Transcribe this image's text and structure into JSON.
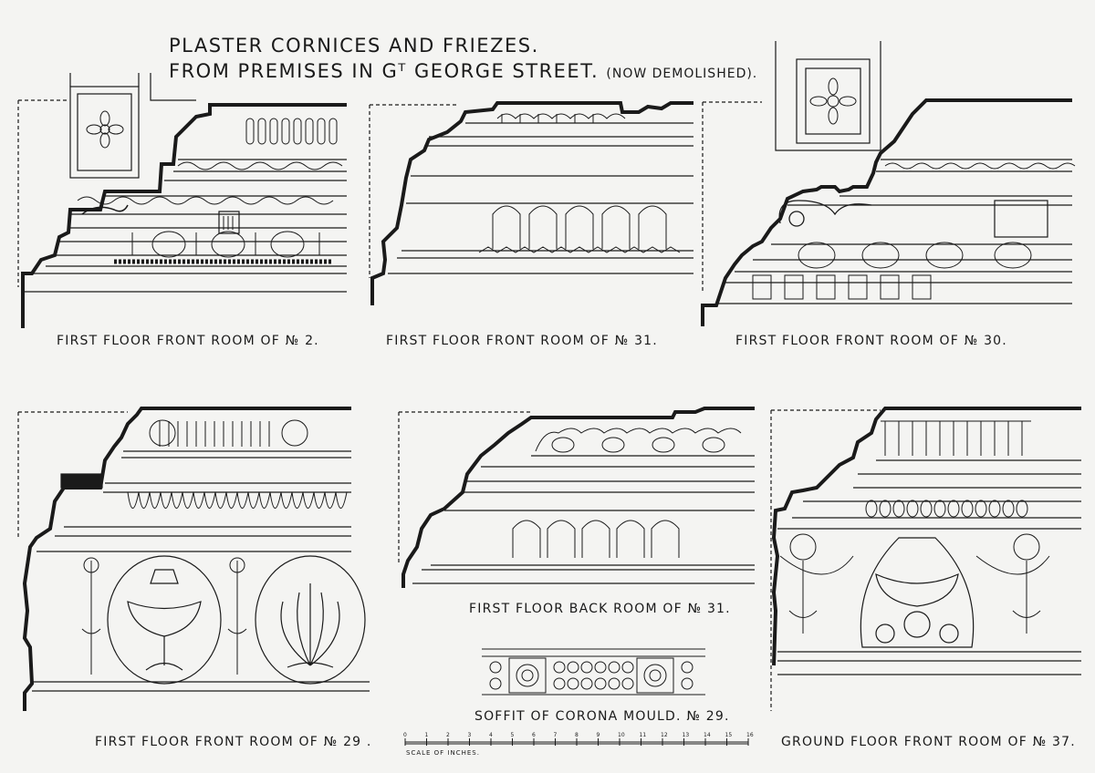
{
  "title": {
    "line1": "PLASTER CORNICES AND FRIEZES.",
    "line2": "FROM PREMISES IN Gᵀ GEORGE STREET.",
    "note": "(NOW DEMOLISHED)."
  },
  "captions": {
    "p1": "FIRST FLOOR FRONT ROOM OF № 2.",
    "p2": "FIRST FLOOR FRONT ROOM OF № 31.",
    "p3": "FIRST FLOOR FRONT ROOM OF № 30.",
    "p4": "FIRST FLOOR FRONT ROOM OF № 29 .",
    "p5": "FIRST FLOOR BACK ROOM OF № 31.",
    "p6": "GROUND FLOOR FRONT ROOM OF № 37.",
    "soffit": "SOFFIT OF CORONA MOULD. № 29."
  },
  "scale": {
    "label": "SCALE OF INCHES.",
    "ticks": [
      "0",
      "1",
      "2",
      "3",
      "4",
      "5",
      "6",
      "7",
      "8",
      "9",
      "10",
      "11",
      "12",
      "13",
      "14",
      "15",
      "16"
    ]
  }
}
